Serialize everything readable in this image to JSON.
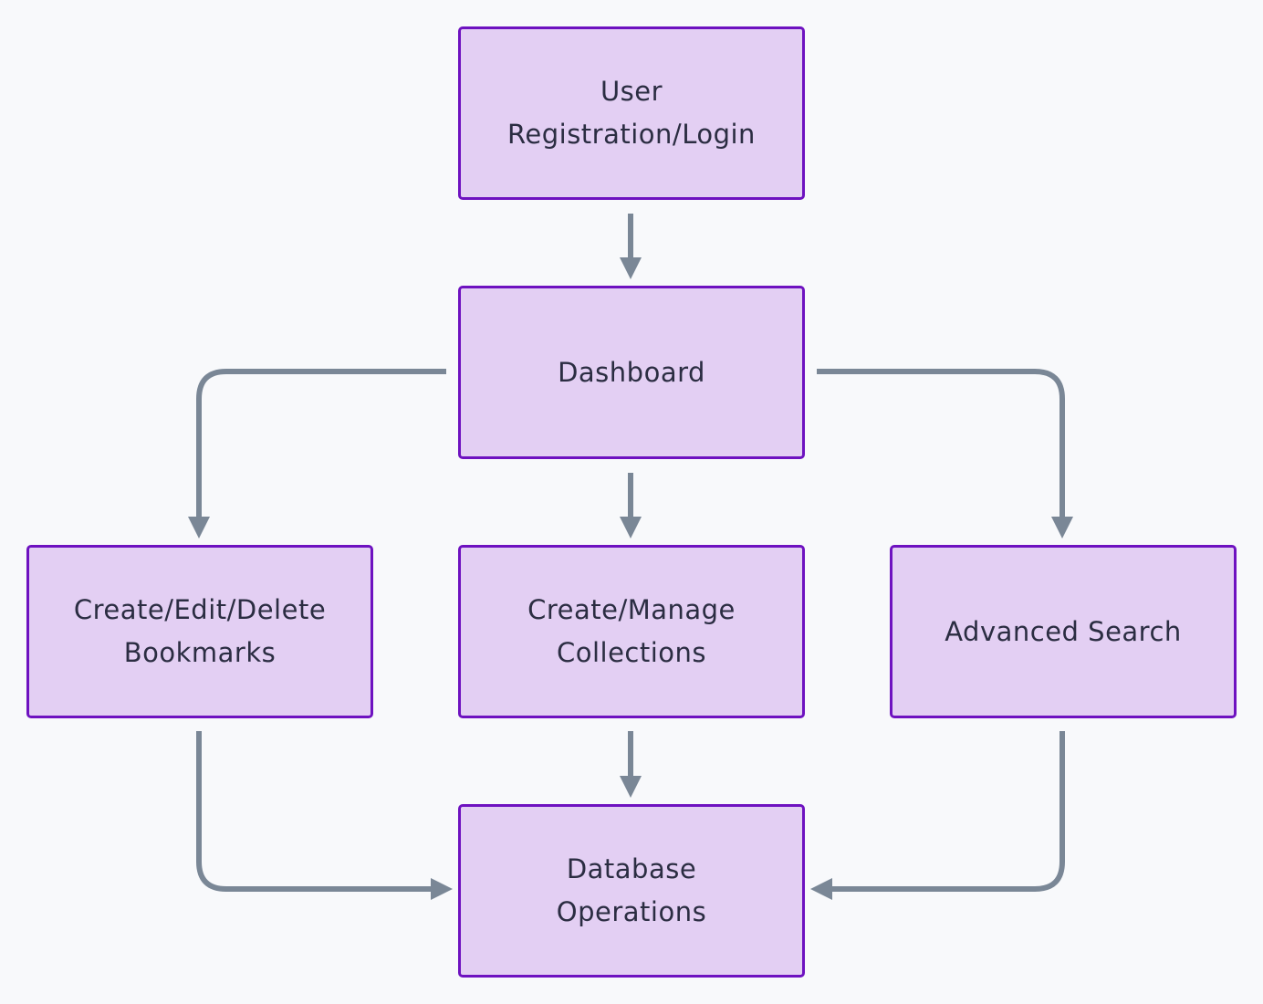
{
  "colors": {
    "background": "#f8f9fb",
    "node_fill": "#e3cff3",
    "node_border": "#6e12c0",
    "edge": "#7a8796",
    "text": "#2b2d42"
  },
  "nodes": {
    "user_login": "User Registration/Login",
    "dashboard": "Dashboard",
    "bookmarks": "Create/Edit/Delete Bookmarks",
    "collections": "Create/Manage Collections",
    "search": "Advanced Search",
    "database": "Database Operations"
  },
  "edges": [
    {
      "from": "user_login",
      "to": "dashboard"
    },
    {
      "from": "dashboard",
      "to": "bookmarks"
    },
    {
      "from": "dashboard",
      "to": "collections"
    },
    {
      "from": "dashboard",
      "to": "search"
    },
    {
      "from": "bookmarks",
      "to": "database"
    },
    {
      "from": "collections",
      "to": "database"
    },
    {
      "from": "search",
      "to": "database"
    }
  ]
}
